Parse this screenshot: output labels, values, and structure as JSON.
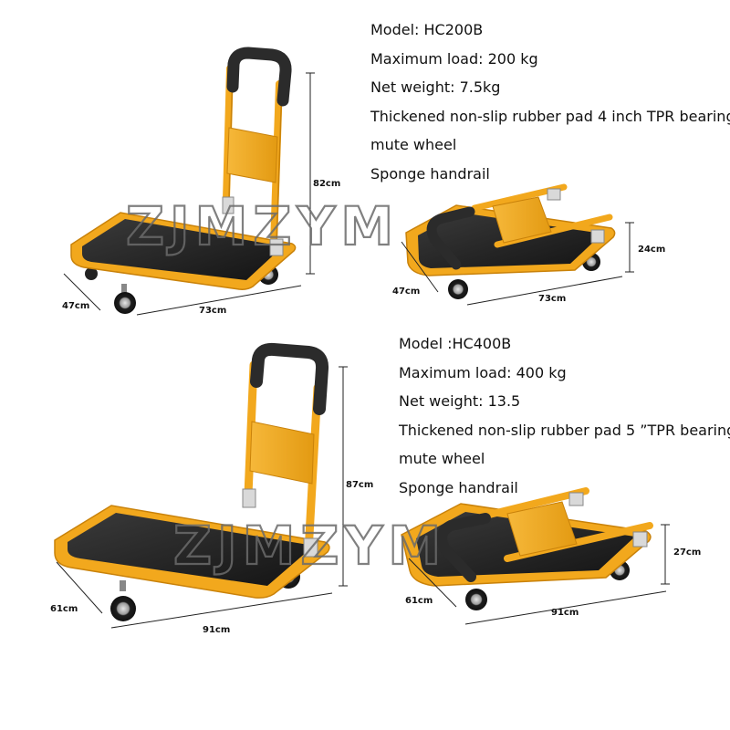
{
  "products": [
    {
      "model": "Model: HC200B",
      "load": "Maximum load: 200 kg",
      "weight": "Net weight: 7.5kg",
      "feature_line1": "Thickened non-slip rubber pad 4 inch TPR bearing",
      "feature_line2": "mute wheel",
      "handrail": "Sponge handrail",
      "dims_open": {
        "width": "47cm",
        "length": "73cm",
        "height": "82cm"
      },
      "dims_folded": {
        "width": "47cm",
        "length": "73cm",
        "height": "24cm"
      }
    },
    {
      "model": "Model :HC400B",
      "load": "Maximum load: 400 kg",
      "weight": "Net weight: 13.5",
      "feature_line1": "Thickened non-slip rubber pad 5 ”TPR bearing",
      "feature_line2": "mute wheel",
      "handrail": "Sponge handrail",
      "dims_open": {
        "width": "61cm",
        "length": "91cm",
        "height": "87cm"
      },
      "dims_folded": {
        "width": "61cm",
        "length": "91cm",
        "height": "27cm"
      }
    }
  ],
  "watermark": "ZJMZYM",
  "colors": {
    "frame": "#f2a81d",
    "frame_dark": "#c9820a",
    "deck": "#1c1c1c",
    "handle": "#2b2b2b",
    "wheel": "#222222",
    "hub": "#bfbfbf",
    "dimension_line": "#222222"
  }
}
